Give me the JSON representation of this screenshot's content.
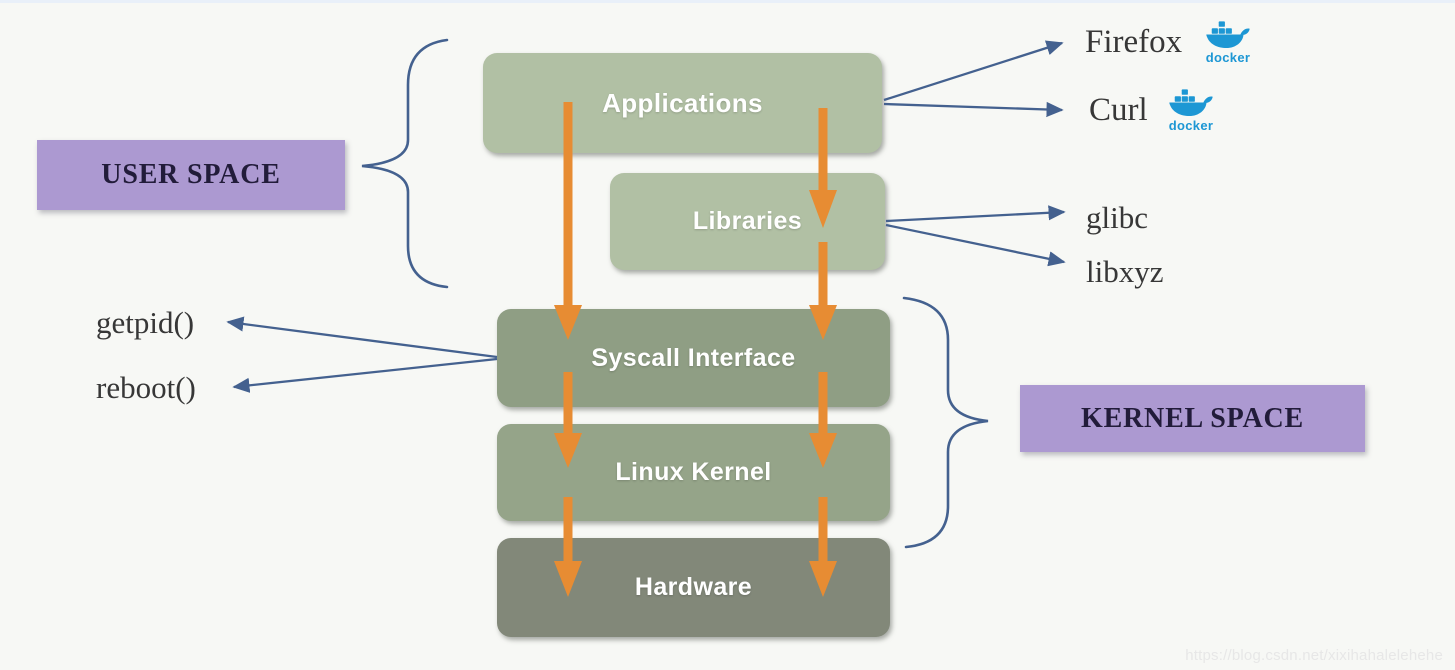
{
  "spaces": {
    "user": {
      "label": "USER SPACE"
    },
    "kernel": {
      "label": "KERNEL SPACE"
    }
  },
  "layers": {
    "applications": {
      "label": "Applications"
    },
    "libraries": {
      "label": "Libraries"
    },
    "syscall": {
      "label": "Syscall Interface"
    },
    "linux_kernel": {
      "label": "Linux Kernel"
    },
    "hardware": {
      "label": "Hardware"
    }
  },
  "examples": {
    "applications": [
      {
        "label": "Firefox",
        "icon": "docker-logo"
      },
      {
        "label": "Curl",
        "icon": "docker-logo"
      }
    ],
    "libraries": [
      {
        "label": "glibc"
      },
      {
        "label": "libxyz"
      }
    ],
    "syscalls": [
      {
        "label": "getpid()"
      },
      {
        "label": "reboot()"
      }
    ]
  },
  "docker": {
    "label": "docker"
  },
  "watermark": {
    "text": "https://blog.csdn.net/xixihahalelehehe"
  },
  "colors": {
    "background": "#f7f8f5",
    "light_green_box": "#b1c0a4",
    "mid_green_box": "#8f9e84",
    "kernel_green_box": "#95a489",
    "hardware_box": "#828879",
    "purple_box": "#ac99d1",
    "purple_box_text": "#221c3a",
    "box_label_text": "#ffffff",
    "blue_connector": "#44618f",
    "orange_flow_arrow": "#e78c33",
    "docker_blue": "#1d97d4",
    "side_label_text": "#373737",
    "watermark_text": "#e7e7e7"
  }
}
